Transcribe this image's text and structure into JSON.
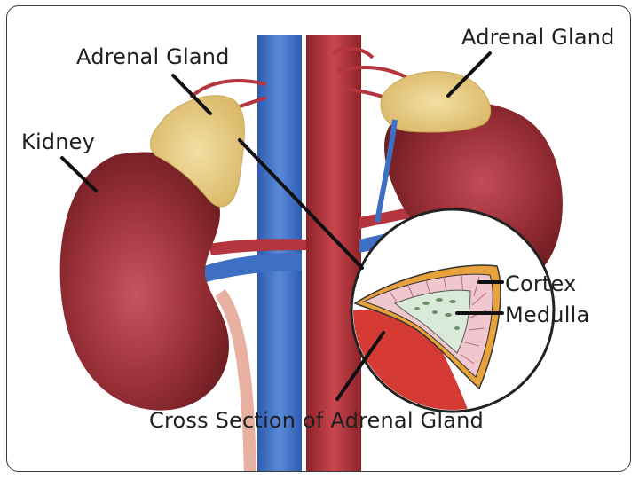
{
  "labels": {
    "adrenal_gland_left": "Adrenal Gland",
    "adrenal_gland_right": "Adrenal Gland",
    "kidney": "Kidney",
    "cortex": "Cortex",
    "medulla": "Medulla",
    "cross_section": "Cross Section of Adrenal Gland"
  },
  "colors": {
    "kidney": "#8e2a2e",
    "kidney_highlight": "#c24a55",
    "adrenal": "#e9d08a",
    "vein": "#3d6fc4",
    "artery": "#b4353d",
    "cortex_band": "#e8a23c",
    "medulla_fill": "#f1c7cf",
    "inset_red": "#d63a34"
  }
}
